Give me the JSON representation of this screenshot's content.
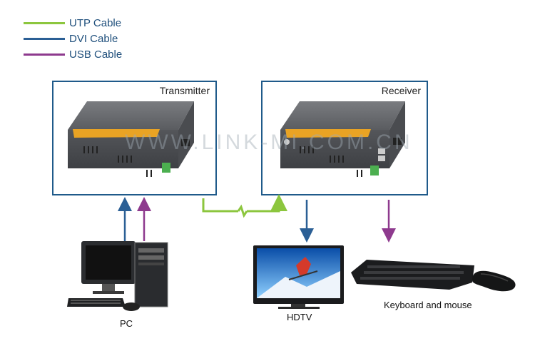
{
  "legend": [
    {
      "label": "UTP Cable",
      "color": "#8cc63e"
    },
    {
      "label": "DVI Cable",
      "color": "#2b5f95"
    },
    {
      "label": "USB Cable",
      "color": "#8e3a8e"
    }
  ],
  "transmitter": {
    "title": "Transmitter"
  },
  "receiver": {
    "title": "Receiver"
  },
  "watermark": "WWW.LINK-MI.COM.CN",
  "devices": {
    "pc": "PC",
    "hdtv": "HDTV",
    "peripherals": "Keyboard and mouse"
  },
  "colors": {
    "box_border": "#1f5a8a",
    "device_body": "#5e6064",
    "label_strip": "#e9a324"
  }
}
